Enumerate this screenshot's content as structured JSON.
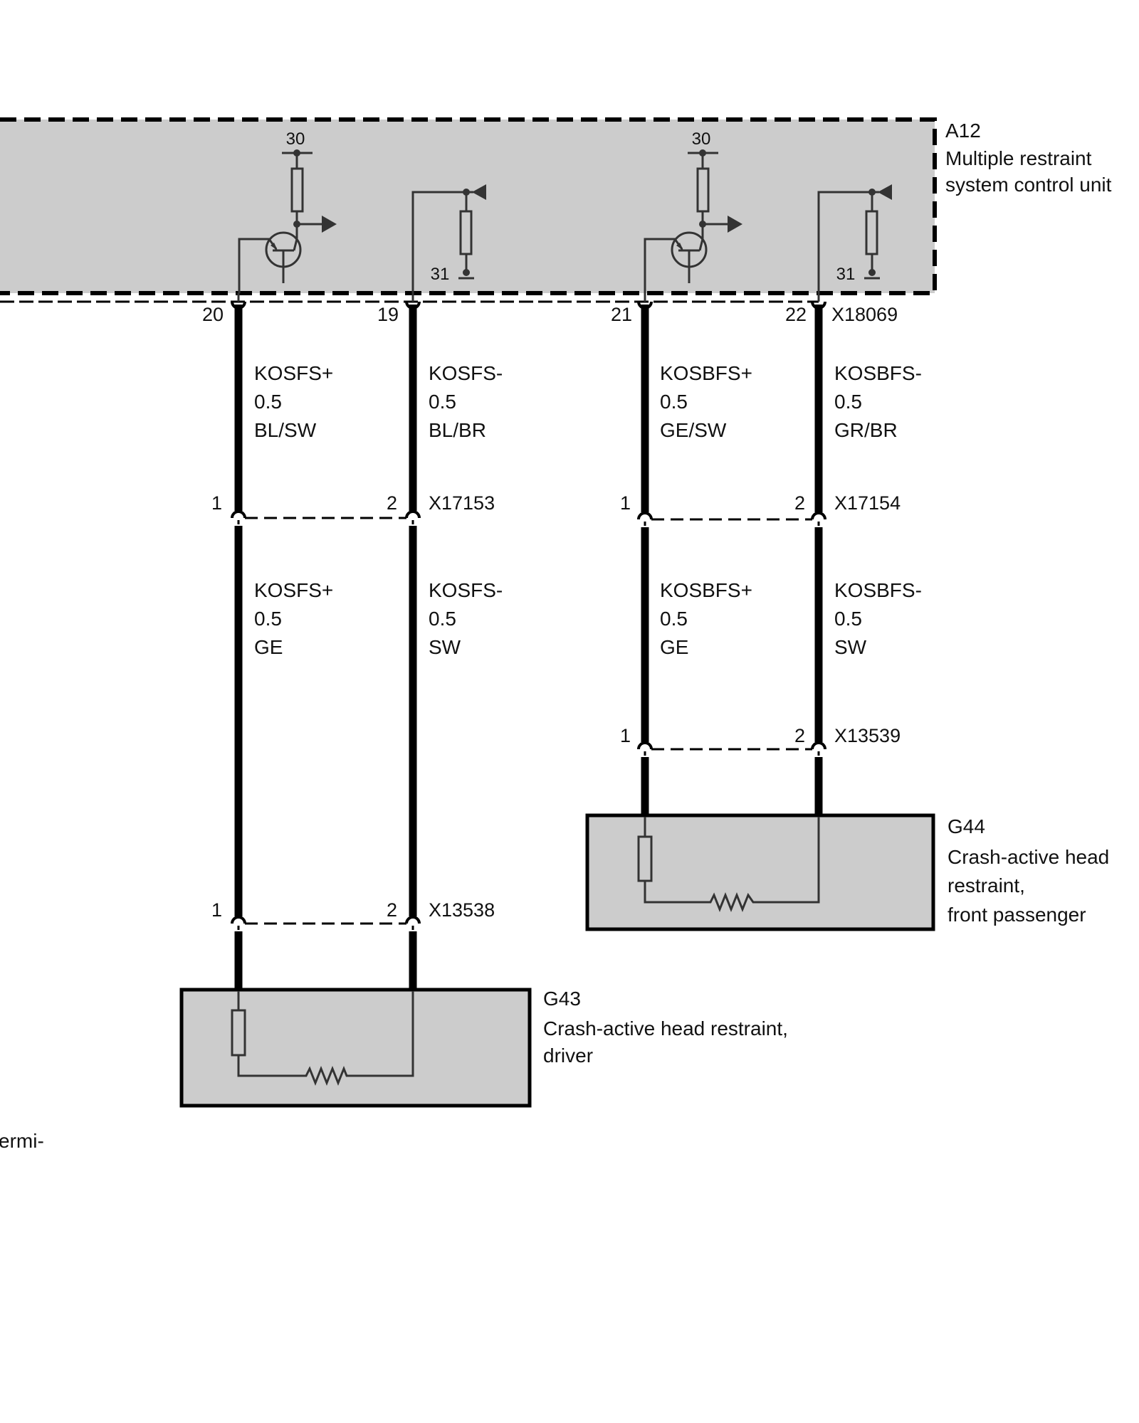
{
  "control_unit": {
    "id": "A12",
    "name_line1": "Multiple restraint",
    "name_line2": "system control unit",
    "connector": "X18069",
    "supply_label": "30",
    "ground_label": "31",
    "fill_color": "#cccccc"
  },
  "circuits": [
    {
      "name": "driver",
      "pins_ecu": [
        "20",
        "19"
      ],
      "upper_wires": [
        {
          "signal": "KOSFS+",
          "size": "0.5",
          "color": "BL/SW"
        },
        {
          "signal": "KOSFS-",
          "size": "0.5",
          "color": "BL/BR"
        }
      ],
      "mid_connector": {
        "id": "X17153",
        "pins": [
          "1",
          "2"
        ]
      },
      "lower_wires": [
        {
          "signal": "KOSFS+",
          "size": "0.5",
          "color": "GE"
        },
        {
          "signal": "KOSFS-",
          "size": "0.5",
          "color": "SW"
        }
      ],
      "end_connector": {
        "id": "X13538",
        "pins": [
          "1",
          "2"
        ]
      },
      "component": {
        "id": "G43",
        "line1": "Crash-active head restraint,",
        "line2": "driver",
        "line3": ""
      }
    },
    {
      "name": "front-passenger",
      "pins_ecu": [
        "21",
        "22"
      ],
      "upper_wires": [
        {
          "signal": "KOSBFS+",
          "size": "0.5",
          "color": "GE/SW"
        },
        {
          "signal": "KOSBFS-",
          "size": "0.5",
          "color": "GR/BR"
        }
      ],
      "mid_connector": {
        "id": "X17154",
        "pins": [
          "1",
          "2"
        ]
      },
      "lower_wires": [
        {
          "signal": "KOSBFS+",
          "size": "0.5",
          "color": "GE"
        },
        {
          "signal": "KOSBFS-",
          "size": "0.5",
          "color": "SW"
        }
      ],
      "end_connector": {
        "id": "X13539",
        "pins": [
          "1",
          "2"
        ]
      },
      "component": {
        "id": "G44",
        "line1": "Crash-active head",
        "line2": "restraint,",
        "line3": "front passenger"
      }
    }
  ],
  "footnote_fragment": "ermi-"
}
